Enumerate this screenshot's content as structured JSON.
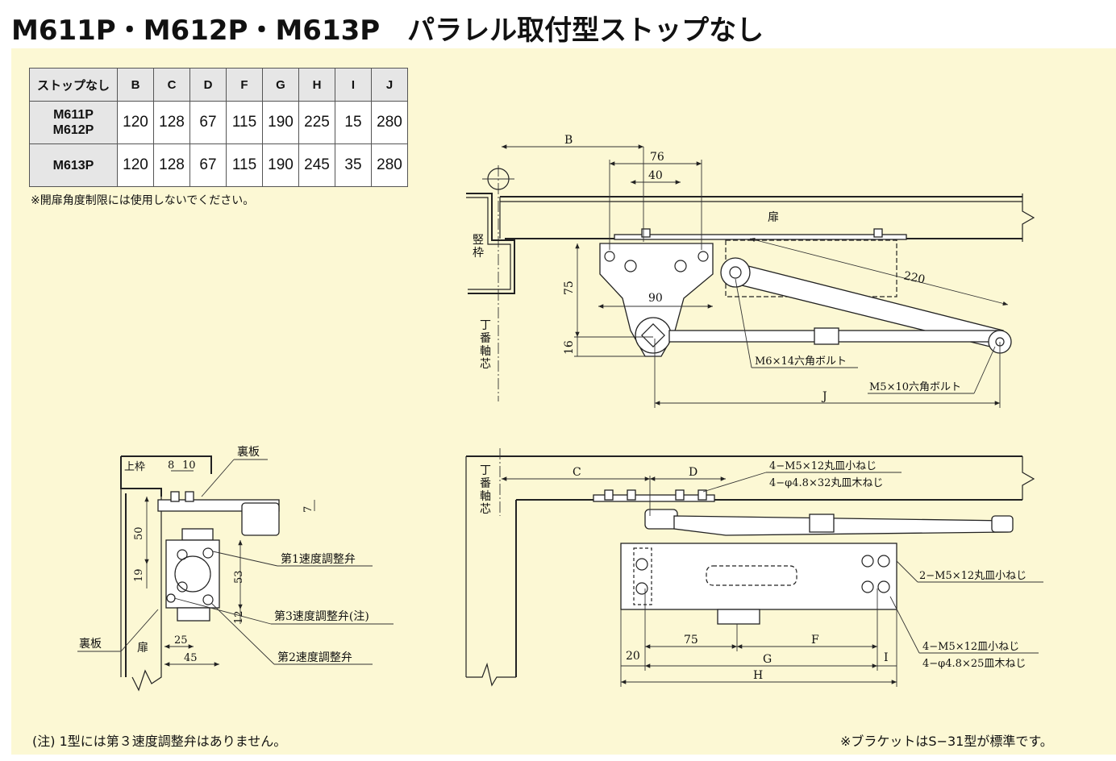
{
  "title": "M611P・M612P・M613P　パラレル取付型ストップなし",
  "spec_table": {
    "header": [
      "ストップなし",
      "B",
      "C",
      "D",
      "F",
      "G",
      "H",
      "I",
      "J"
    ],
    "rows": [
      {
        "model_line1": "M611P",
        "model_line2": "M612P",
        "values": [
          "120",
          "128",
          "67",
          "115",
          "190",
          "225",
          "15",
          "280"
        ]
      },
      {
        "model_line1": "M613P",
        "model_line2": "",
        "values": [
          "120",
          "128",
          "67",
          "115",
          "190",
          "245",
          "35",
          "280"
        ]
      }
    ]
  },
  "notes": {
    "top": "※開扉角度制限には使用しないでください。",
    "bottom_left": "(注) 1型には第３速度調整弁はありません。",
    "bottom_right": "※ブラケットはS−31型が標準です。"
  },
  "top_view": {
    "dim_B": "B",
    "dim_76": "76",
    "dim_40": "40",
    "dim_75": "75",
    "dim_90": "90",
    "dim_16": "16",
    "dim_220": "220",
    "dim_J": "J",
    "door": "扉",
    "frame_1": "竪",
    "frame_2": "枠",
    "hinge_1": "丁",
    "hinge_2": "番",
    "hinge_3": "軸",
    "hinge_4": "芯",
    "bolt_m6": "M6×14六角ボルト",
    "bolt_m5": "M5×10六角ボルト"
  },
  "side_view": {
    "head_frame": "上枠",
    "back_plate_top": "裏板",
    "back_plate_left": "裏板",
    "door": "扉",
    "dim_8": "8",
    "dim_10": "10",
    "dim_7": "7",
    "dim_50": "50",
    "dim_19": "19",
    "dim_53": "53",
    "dim_12": "12",
    "dim_25": "25",
    "dim_45": "45",
    "valve1": "第1速度調整弁",
    "valve3": "第3速度調整弁(注)",
    "valve2": "第2速度調整弁"
  },
  "front_view": {
    "hinge_1": "丁",
    "hinge_2": "番",
    "hinge_3": "軸",
    "hinge_4": "芯",
    "dim_C": "C",
    "dim_D": "D",
    "dim_75": "75",
    "dim_F": "F",
    "dim_20": "20",
    "dim_G": "G",
    "dim_I": "I",
    "dim_H": "H",
    "screw1_a": "4−M5×12丸皿小ねじ",
    "screw1_b": "4−φ4.8×32丸皿木ねじ",
    "screw2": "2−M5×12丸皿小ねじ",
    "screw3_a": "4−M5×12皿小ねじ",
    "screw3_b": "4−φ4.8×25皿木ねじ"
  }
}
